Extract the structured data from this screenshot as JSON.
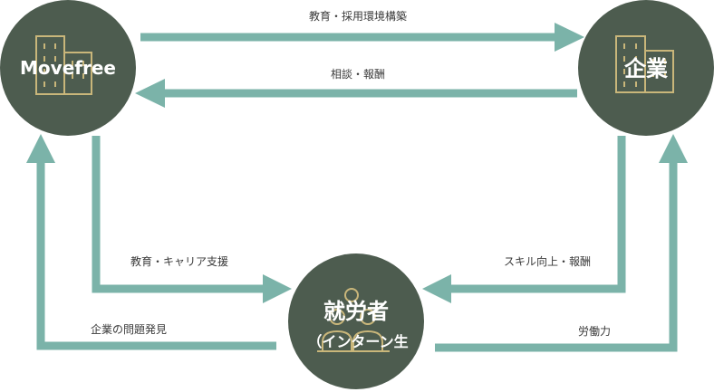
{
  "colors": {
    "node_fill": "#4d5c4f",
    "arrow": "#7bb3a9",
    "icon_stroke": "#c9b67a",
    "label_text": "#3a3a3a"
  },
  "nodes": {
    "movefree": {
      "title": "Movefree",
      "icon": "building-icon"
    },
    "company": {
      "title": "企業",
      "icon": "building-icon"
    },
    "worker": {
      "title": "就労者",
      "subtitle": "（インターン生",
      "icon": "people-icon"
    }
  },
  "edges": {
    "education_hiring": "教育・採用環境構築",
    "consulting_fee": "相談・報酬",
    "education_career": "教育・キャリア支援",
    "skill_fee": "スキル向上・報酬",
    "company_problem": "企業の問題発見",
    "labor": "労働力"
  }
}
